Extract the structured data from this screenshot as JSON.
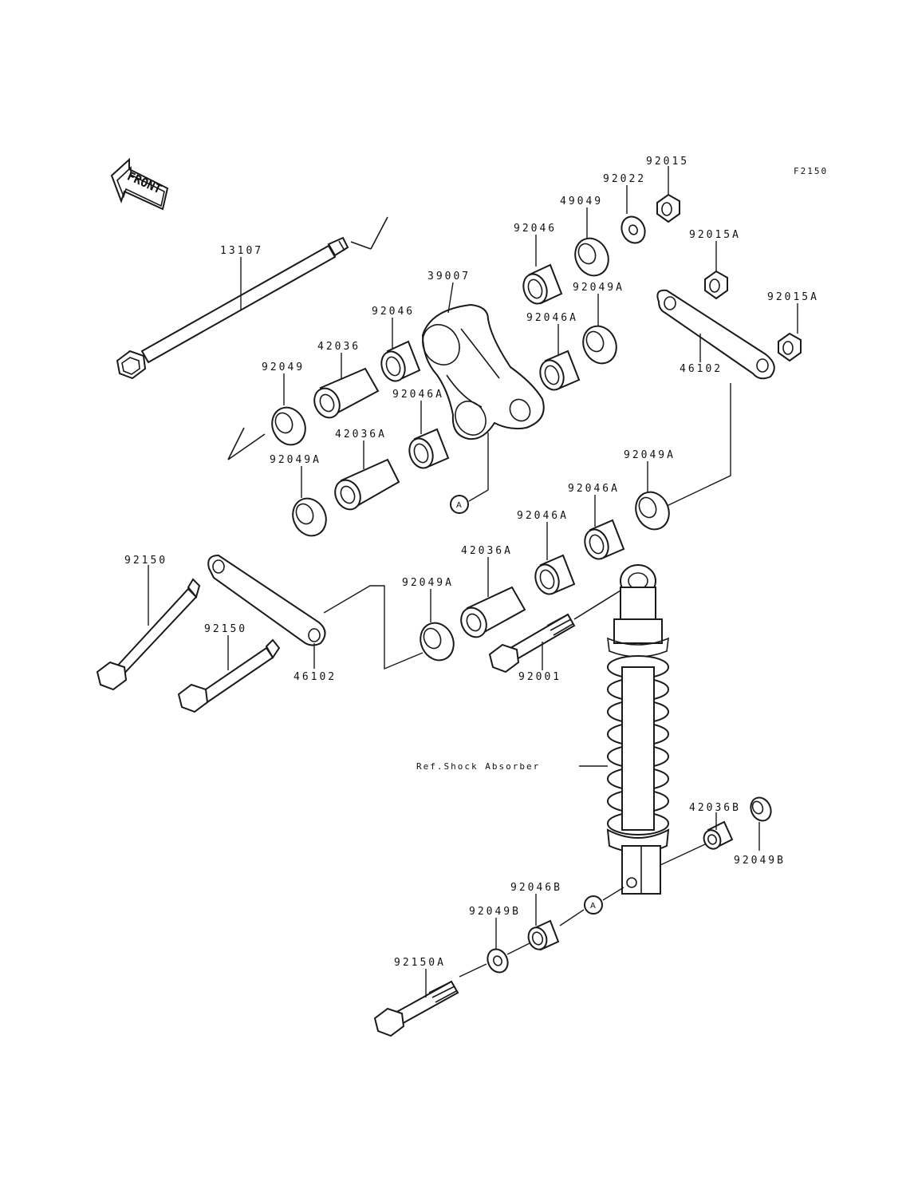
{
  "figure_code": "F2150",
  "front_label": "FRONT",
  "ref_label": "Ref.Shock Absorber",
  "circle_marker": "A",
  "labels": {
    "p13107": "13107",
    "p39007": "39007",
    "p92046_1": "92046",
    "p92046_2": "92046",
    "p42036": "42036",
    "p92049": "92049",
    "p92046A_1": "92046A",
    "p42036A_1": "42036A",
    "p92049A_1": "92049A",
    "p49049": "49049",
    "p92022": "92022",
    "p92015": "92015",
    "p92015A_1": "92015A",
    "p92015A_2": "92015A",
    "p92049A_2": "92049A",
    "p92046A_2": "92046A",
    "p46102_1": "46102",
    "p92049A_3": "92049A",
    "p92046A_3": "92046A",
    "p92046A_4": "92046A",
    "p42036A_2": "42036A",
    "p92049A_4": "92049A",
    "p92150_1": "92150",
    "p92150_2": "92150",
    "p46102_2": "46102",
    "p92001": "92001",
    "p42036B": "42036B",
    "p92049B_1": "92049B",
    "p92046B": "92046B",
    "p92049B_2": "92049B",
    "p92150A": "92150A"
  }
}
